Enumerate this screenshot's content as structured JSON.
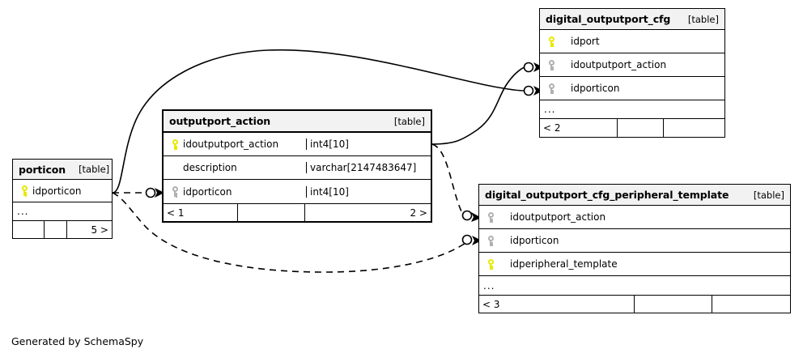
{
  "diagram": {
    "tool": "SchemaSpy",
    "credit": "Generated by SchemaSpy",
    "table_tag": "[table]",
    "ellipsis": "...",
    "colors": {
      "primary_key": "#e8e800",
      "foreign_key": "#b0b0b0",
      "header_bg": "#f2f2f2",
      "border": "#000000",
      "background": "#ffffff"
    }
  },
  "tables": {
    "porticon": {
      "name": "porticon",
      "tag": "[table]",
      "columns": [
        {
          "name": "idporticon",
          "key": "pk",
          "type": ""
        }
      ],
      "more": "...",
      "footer": [
        "",
        "",
        "5 >"
      ]
    },
    "outputport_action": {
      "name": "outputport_action",
      "tag": "[table]",
      "columns": [
        {
          "name": "idoutputport_action",
          "key": "pk",
          "type": "int4[10]"
        },
        {
          "name": "description",
          "key": "none",
          "type": "varchar[2147483647]"
        },
        {
          "name": "idporticon",
          "key": "fk",
          "type": "int4[10]"
        }
      ],
      "more": "",
      "footer": [
        "< 1",
        "",
        "2 >"
      ]
    },
    "digital_outputport_cfg": {
      "name": "digital_outputport_cfg",
      "tag": "[table]",
      "columns": [
        {
          "name": "idport",
          "key": "pk",
          "type": ""
        },
        {
          "name": "idoutputport_action",
          "key": "fk",
          "type": ""
        },
        {
          "name": "idporticon",
          "key": "fk",
          "type": ""
        }
      ],
      "more": "...",
      "footer": [
        "< 2",
        "",
        ""
      ]
    },
    "digital_outputport_cfg_peripheral_template": {
      "name": "digital_outputport_cfg_peripheral_template",
      "tag": "[table]",
      "columns": [
        {
          "name": "idoutputport_action",
          "key": "fk",
          "type": ""
        },
        {
          "name": "idporticon",
          "key": "fk",
          "type": ""
        },
        {
          "name": "idperipheral_template",
          "key": "pk",
          "type": ""
        }
      ],
      "more": "...",
      "footer": [
        "< 3",
        "",
        ""
      ]
    }
  },
  "relationships": [
    {
      "id": "rel-porticon-outputport-action",
      "from": "porticon.idporticon",
      "to": "outputport_action.idporticon",
      "style": "dashed"
    },
    {
      "id": "rel-porticon-digital-cfg",
      "from": "porticon.idporticon",
      "to": "digital_outputport_cfg.idporticon",
      "style": "solid"
    },
    {
      "id": "rel-porticon-peripheral-template",
      "from": "porticon.idporticon",
      "to": "digital_outputport_cfg_peripheral_template.idporticon",
      "style": "dashed"
    },
    {
      "id": "rel-action-digital-cfg",
      "from": "outputport_action.idoutputport_action",
      "to": "digital_outputport_cfg.idoutputport_action",
      "style": "solid"
    },
    {
      "id": "rel-action-peripheral-template",
      "from": "outputport_action.idoutputport_action",
      "to": "digital_outputport_cfg_peripheral_template.idoutputport_action",
      "style": "dashed"
    }
  ]
}
